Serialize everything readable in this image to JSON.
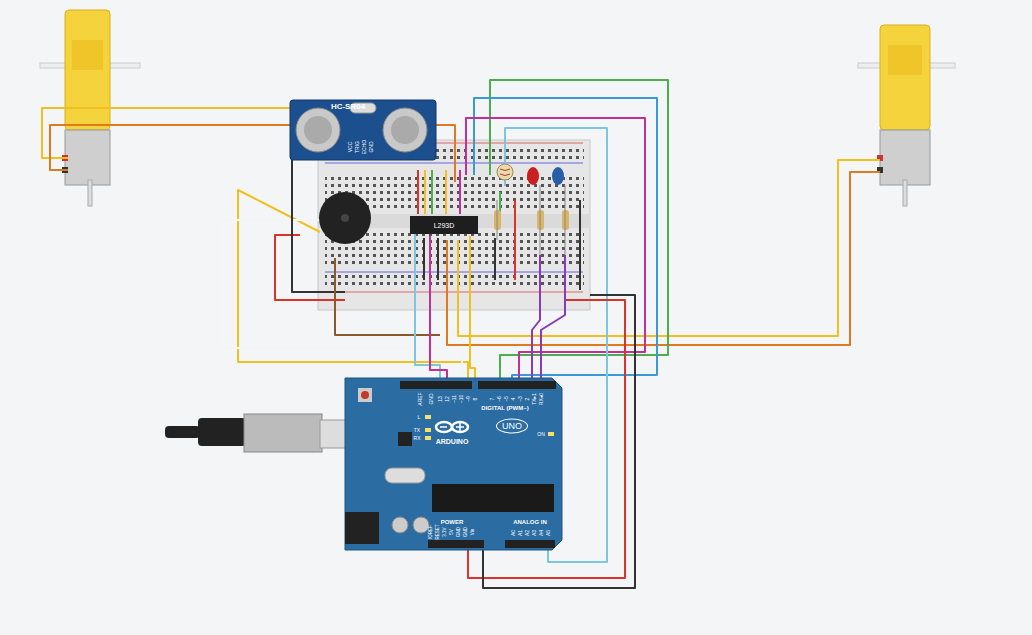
{
  "diagram": {
    "nodes": [
      {
        "text": [
          "HC-SR04"
        ]
      },
      {
        "text": [
          "L293D"
        ]
      },
      {
        "text": [
          "ARDUINO",
          "UNO"
        ]
      }
    ],
    "labels": [
      "VCC",
      "TRIG",
      "ECHO",
      "GND",
      "AREF",
      "GND",
      "13",
      "12",
      "~11",
      "~10",
      "~9",
      "8",
      "7",
      "~6",
      "~5",
      "4",
      "~3",
      "2",
      "TX▸1",
      "RX◂0",
      "DIGITAL (PWM~)",
      "L",
      "TX",
      "RX",
      "ON",
      "POWER",
      "ANALOG IN",
      "IOREF",
      "RESET",
      "3.3V",
      "5V",
      "GND",
      "GND",
      "Vin",
      "A0",
      "A1",
      "A2",
      "A3",
      "A4",
      "A5"
    ]
  }
}
